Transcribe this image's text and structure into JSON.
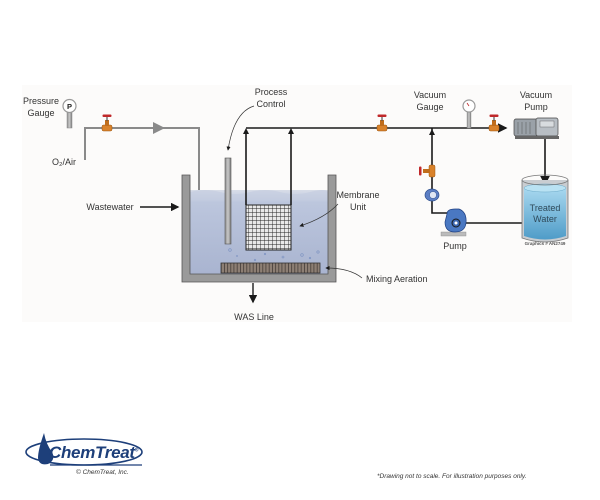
{
  "diagram": {
    "title": "Membrane Bioreactor (MBR) Process Schematic",
    "labels": {
      "pressure_gauge_line1": "Pressure",
      "pressure_gauge_line2": "Gauge",
      "pressure_gauge_symbol": "P",
      "o2_air": "O₂/Air",
      "process_control_line1": "Process",
      "process_control_line2": "Control",
      "vacuum_gauge_line1": "Vacuum",
      "vacuum_gauge_line2": "Gauge",
      "vacuum_pump_line1": "Vacuum",
      "vacuum_pump_line2": "Pump",
      "wastewater": "Wastewater",
      "membrane_unit_line1": "Membrane",
      "membrane_unit_line2": "Unit",
      "treated_water_line1": "Treated",
      "treated_water_line2": "Water",
      "pump": "Pump",
      "graphics_id": "Graphics # AN2749",
      "mixing_aeration": "Mixing Aeration",
      "was_line": "WAS Line"
    },
    "colors": {
      "pipe_gray": "#8a8a8a",
      "pipe_black": "#1a1a1a",
      "tank_wall": "#8c8c8c",
      "water_top": "#d6dbe6",
      "water_bottom": "#aeb9d4",
      "valve_body": "#d9822b",
      "valve_handle": "#c0282a",
      "treated_water": "#6fb5d9",
      "pump_blue": "#4a78c2"
    }
  },
  "footer": {
    "brand": "ChemTreat",
    "registered_mark": "®",
    "copyright": "© ChemTreat, Inc.",
    "disclaimer": "*Drawing not to scale. For illustration purposes only.",
    "brand_color": "#1d3f7a"
  }
}
